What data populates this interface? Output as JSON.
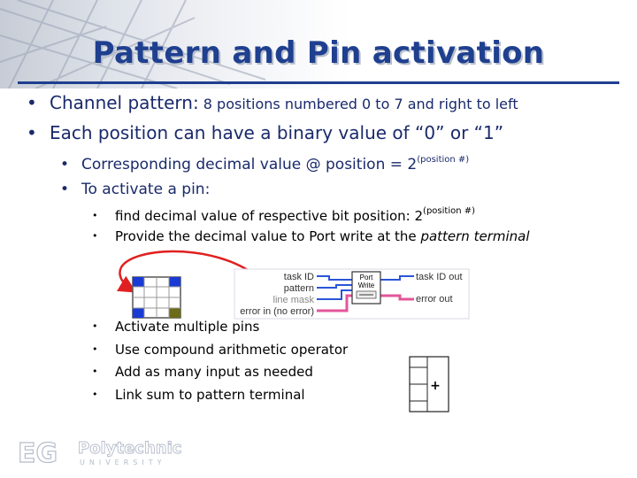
{
  "title": "Pattern and Pin activation",
  "bullets_l1": [
    {
      "main": "Channel pattern:",
      "small": " 8 positions numbered 0 to 7 and right to left"
    },
    {
      "main": "Each position can have a binary value of “0” or “1”",
      "small": ""
    }
  ],
  "bullets_l2": [
    {
      "text": "Corresponding decimal value @ position = 2",
      "sup": "(position #)"
    },
    {
      "text": "To activate a pin:",
      "sup": ""
    }
  ],
  "bullets_l3_a": [
    {
      "text": "find decimal value of respective bit position: 2",
      "sup": "(position #)"
    },
    {
      "text": "Provide the decimal value to Port write at the ",
      "italic": "pattern terminal"
    }
  ],
  "bullets_l3_b": [
    "Activate multiple pins",
    "Use compound arithmetic operator",
    "Add as many input as needed",
    "Link sum to pattern terminal"
  ],
  "port_write": {
    "title_line1": "Port",
    "title_line2": "Write",
    "inputs": [
      "task ID",
      "pattern",
      "line mask",
      "error in (no error)"
    ],
    "outputs": [
      "task ID out",
      "error out"
    ]
  },
  "compound_operator": "+",
  "logo": {
    "mark": "EG",
    "name": "Polytechnic",
    "sub": "UNIVERSITY"
  },
  "colors": {
    "title": "#1f3f8f",
    "bullet_text": "#1a2a6b",
    "wire_pink": "#e3559a",
    "wire_blue": "#2a55d8"
  }
}
